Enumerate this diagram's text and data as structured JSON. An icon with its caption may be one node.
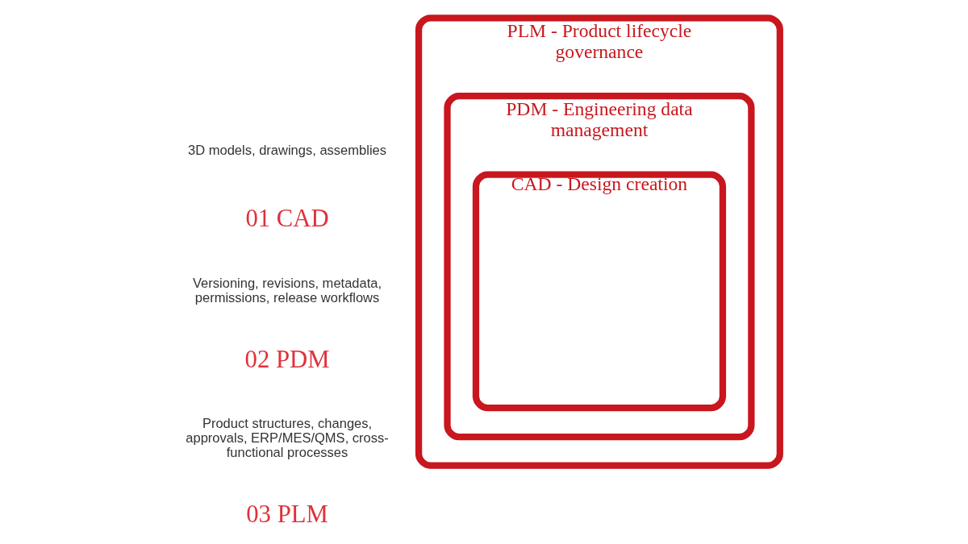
{
  "diagram": {
    "nodes": [
      {
        "text": [
          "PLM - Product lifecycle governance"
        ]
      },
      {
        "text": [
          "PDM - Engineering data management"
        ],
        "in": 0
      },
      {
        "text": [
          "CAD - Design creation"
        ],
        "in": 1
      }
    ],
    "labels": [
      "03 PLM",
      "Product structures, changes, approvals, ERP/MES/QMS, cross-functional processes",
      "02 PDM",
      "Versioning, revisions, metadata, permissions, release workflows",
      "01 CAD",
      "3D models, drawings, assemblies"
    ]
  }
}
